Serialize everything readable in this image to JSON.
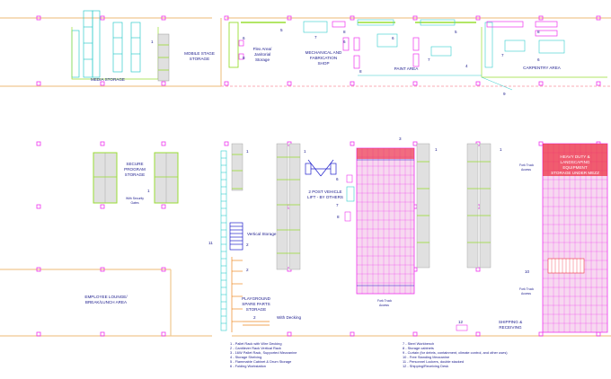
{
  "areas": {
    "media_storage": "MEDIA STORAGE",
    "mobile_stage_storage": [
      "MOBILE STAGE",
      "STORAGE"
    ],
    "flex_area_janitorial": [
      "Flex Area/",
      "Janitorial",
      "Storage"
    ],
    "mech_fab_shop": [
      "MECHANICAL AND",
      "FABRICATION",
      "SHOP"
    ],
    "paint_area": "PAINT AREA",
    "carpentry_area": "CARPENTRY AREA",
    "secure_program_storage": [
      "SECURE",
      "PROGRAM",
      "STORAGE"
    ],
    "security_gates": [
      "With Security",
      "Gates"
    ],
    "vertical_storage": "Vertical Storage",
    "two_post_lift": [
      "2 POST VEHICLE",
      "LIFT - BY OTHERS"
    ],
    "heavy_duty_storage": [
      "HEAVY DUTY &",
      "LANDSCAPING",
      "EQUIPMENT",
      "STORAGE UNDER MEZZ"
    ],
    "employee_lounge": [
      "EMPLOYEE LOUNGE/",
      "BREAK/LUNCH AREA"
    ],
    "playground_storage": [
      "PLAYGROUND",
      "SPARE PARTS",
      "STORAGE"
    ],
    "with_decking": "With Decking",
    "shipping_receiving": [
      "SHIPPING &",
      "RECEIVING"
    ],
    "fork_truck_access": [
      "Fork Truck",
      "Access"
    ]
  },
  "callouts": {
    "n1": "1",
    "n2": "2",
    "n3": "3",
    "n4": "4",
    "n5": "5",
    "n6": "6",
    "n7": "7",
    "n8": "8",
    "n9": "9",
    "n10": "10",
    "n11": "11",
    "n12": "12"
  },
  "legend_left": [
    "1 - Pallet Rack with Wire Decking",
    "2 - Cantilever Rack Vertical Rack",
    "3 - 16W Pallet Rack, Supported Mezzanine",
    "4 - Storage Shelving",
    "5 - Flammable Cabinet & Drum Storage",
    "6 - Folding Workstation"
  ],
  "legend_right": [
    "7 - Steel Workbench",
    "8 - Storage cabinets",
    "9 - Curtain (for debris, containment, climate control, and other uses)",
    "10 - Free Standing Mezzanine",
    "11 - Personnel Lockers, double stacked",
    "12 - Shipping/Receiving Desk"
  ],
  "colors": {
    "wall": "#f0c890",
    "rack": "#99dd33",
    "cyan": "#33cccc",
    "magenta": "#ee33ee",
    "blue": "#2222cc",
    "orange": "#ee8822",
    "red": "#ee3344",
    "text": "#1a1a8c"
  }
}
